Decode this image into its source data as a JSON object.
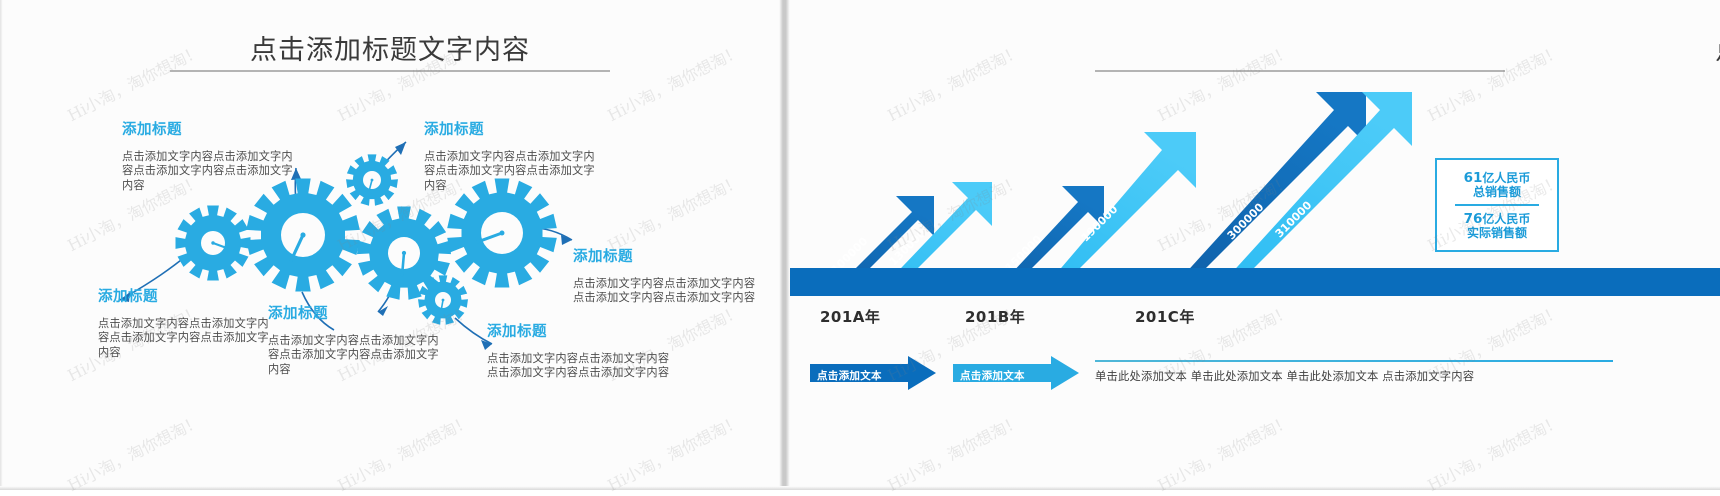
{
  "slides": [
    {
      "title": "点击添加标题文字内容",
      "blocks": [
        {
          "heading": "添加标题",
          "body": "点击添加文字内容点击添加文字内容点击添加文字内容点击添加文字内容"
        },
        {
          "heading": "添加标题",
          "body": "点击添加文字内容点击添加文字内容点击添加文字内容点击添加文字内容"
        },
        {
          "heading": "添加标题",
          "body": "点击添加文字内容点击添加文字内容点击添加文字内容点击添加文字内容"
        },
        {
          "heading": "添加标题",
          "body": "点击添加文字内容点击添加文字内容点击添加文字内容点击添加文字内容"
        },
        {
          "heading": "添加标题",
          "body": "点击添加文字内容点击添加文字内容点击添加文字内容点击添加文字内容"
        },
        {
          "heading": "添加标题",
          "body": "点击添加文字内容点击添加文字内容点击添加文字内容点击添加文字内容"
        }
      ]
    },
    {
      "title": "点击添加标题文字内容",
      "years": [
        "201A年",
        "201B年",
        "201C年"
      ],
      "info_box": {
        "rows": [
          {
            "number": "61",
            "unit": "亿人民币",
            "sub": "总销售额"
          },
          {
            "number": "76",
            "unit": "亿人民币",
            "sub": "实际销售额"
          }
        ]
      },
      "legend": {
        "series_1_label": "点击添加文本",
        "series_2_label": "点击添加文本",
        "description": "单击此处添加文本 单击此处添加文本 单击此处添加文本  点击添加文字内容"
      }
    }
  ],
  "colors": {
    "dark_blue": "#0A6DBC",
    "light_blue": "#29ABE2",
    "deep_navy": "#135C9E",
    "title_text": "#3a3a3a",
    "body_text": "#4d4d4d"
  },
  "watermark": "Hi小淘，淘你想淘！",
  "chart_data": {
    "type": "bar",
    "title": "点击添加标题文字内容",
    "categories": [
      "201A年",
      "201B年",
      "201C年"
    ],
    "series": [
      {
        "name": "点击添加文本",
        "color": "#0A6DBC",
        "values": [
          100000,
          150000,
          300000
        ]
      },
      {
        "name": "点击添加文本",
        "color": "#29ABE2",
        "values": [
          130000,
          190000,
          310000
        ]
      }
    ],
    "xlabel": "",
    "ylabel": "",
    "grid": false,
    "legend_position": "bottom",
    "annotations": [
      "61亿人民币 总销售额",
      "76亿人民币 实际销售额"
    ]
  }
}
